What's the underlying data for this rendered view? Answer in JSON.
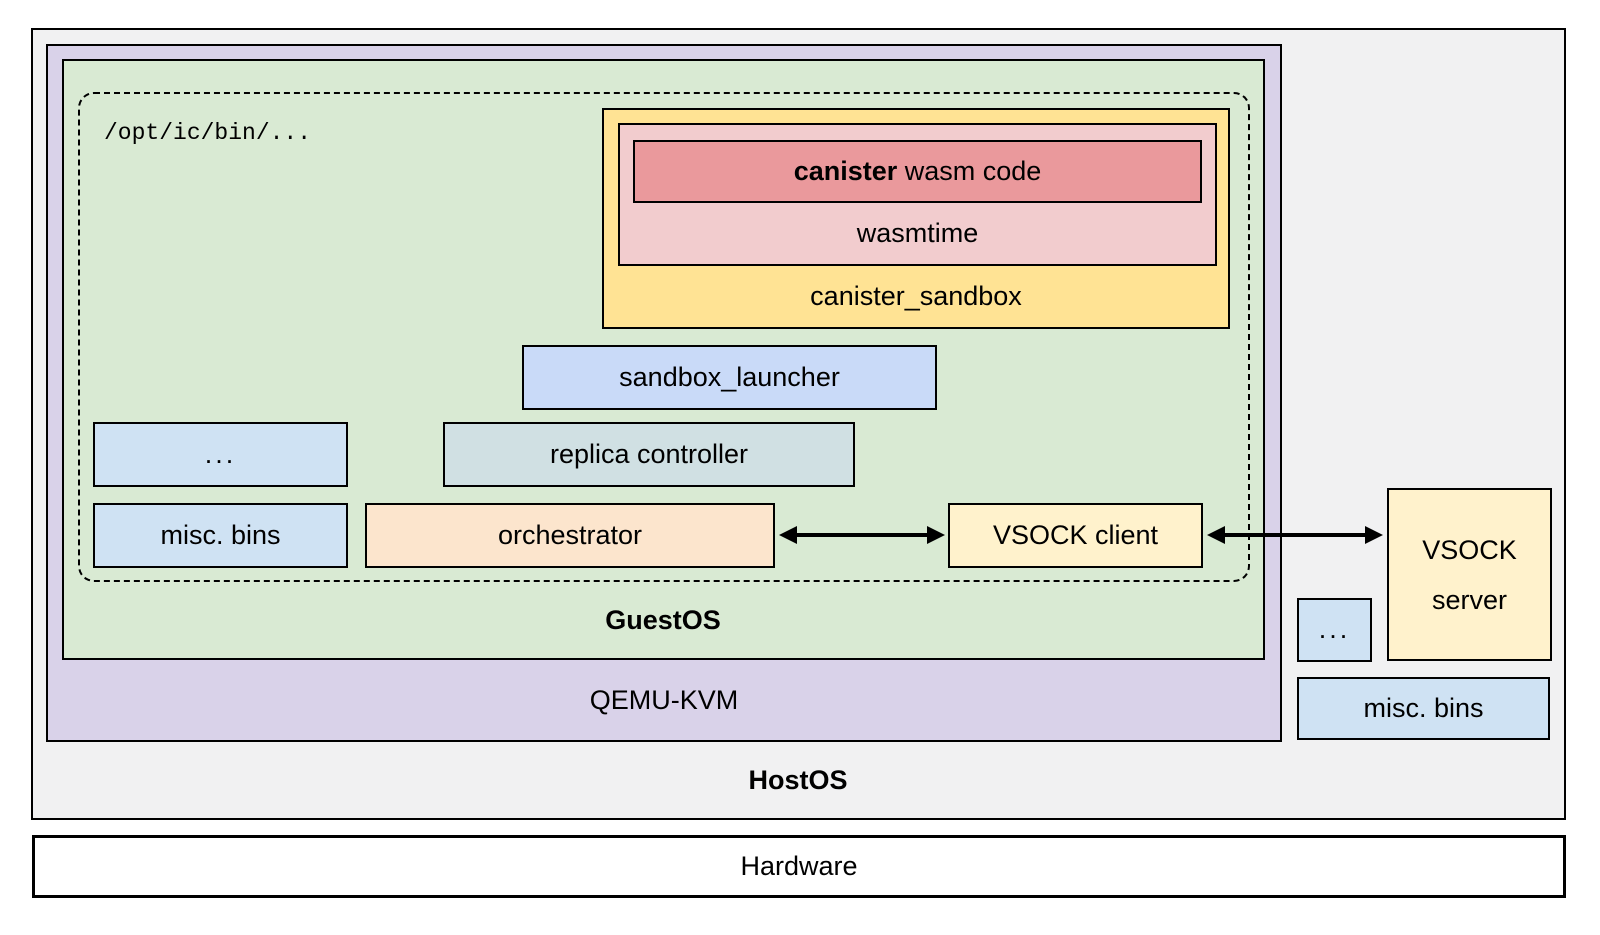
{
  "diagram": {
    "host_os": {
      "label": "HostOS",
      "qemu_kvm": {
        "label": "QEMU-KVM",
        "guest_os": {
          "label": "GuestOS",
          "bin_path": "/opt/ic/bin/...",
          "canister_sandbox": {
            "label": "canister_sandbox",
            "wasmtime": {
              "label": "wasmtime",
              "canister_wasm": {
                "label_bold": "canister",
                "label_rest": " wasm code"
              }
            }
          },
          "sandbox_launcher": {
            "label": "sandbox_launcher"
          },
          "ellipsis_box": {
            "label": "..."
          },
          "replica_controller": {
            "label": "replica controller"
          },
          "misc_bins": {
            "label": "misc. bins"
          },
          "orchestrator": {
            "label": "orchestrator"
          },
          "vsock_client": {
            "label": "VSOCK client"
          }
        }
      },
      "vsock_server": {
        "label_line1": "VSOCK",
        "label_line2": "server"
      },
      "ellipsis_box": {
        "label": "..."
      },
      "misc_bins": {
        "label": "misc. bins"
      }
    },
    "hardware": {
      "label": "Hardware"
    },
    "colors": {
      "host_os_bg": "#F1F1F2",
      "qemu_kvm_bg": "#D9D2E9",
      "guest_os_bg": "#D9EAD3",
      "canister_sandbox_bg": "#FFE394",
      "wasmtime_bg": "#F2CCCE",
      "canister_wasm_bg": "#EA999C",
      "light_blue_bg": "#CFE2F3",
      "sandbox_launcher_bg": "#C9DAF8",
      "replica_controller_bg": "#D0E0E3",
      "orchestrator_bg": "#FCE5CD",
      "vsock_bg": "#FFF2CC",
      "hardware_bg": "#FFFFFF",
      "border": "#000000"
    }
  }
}
